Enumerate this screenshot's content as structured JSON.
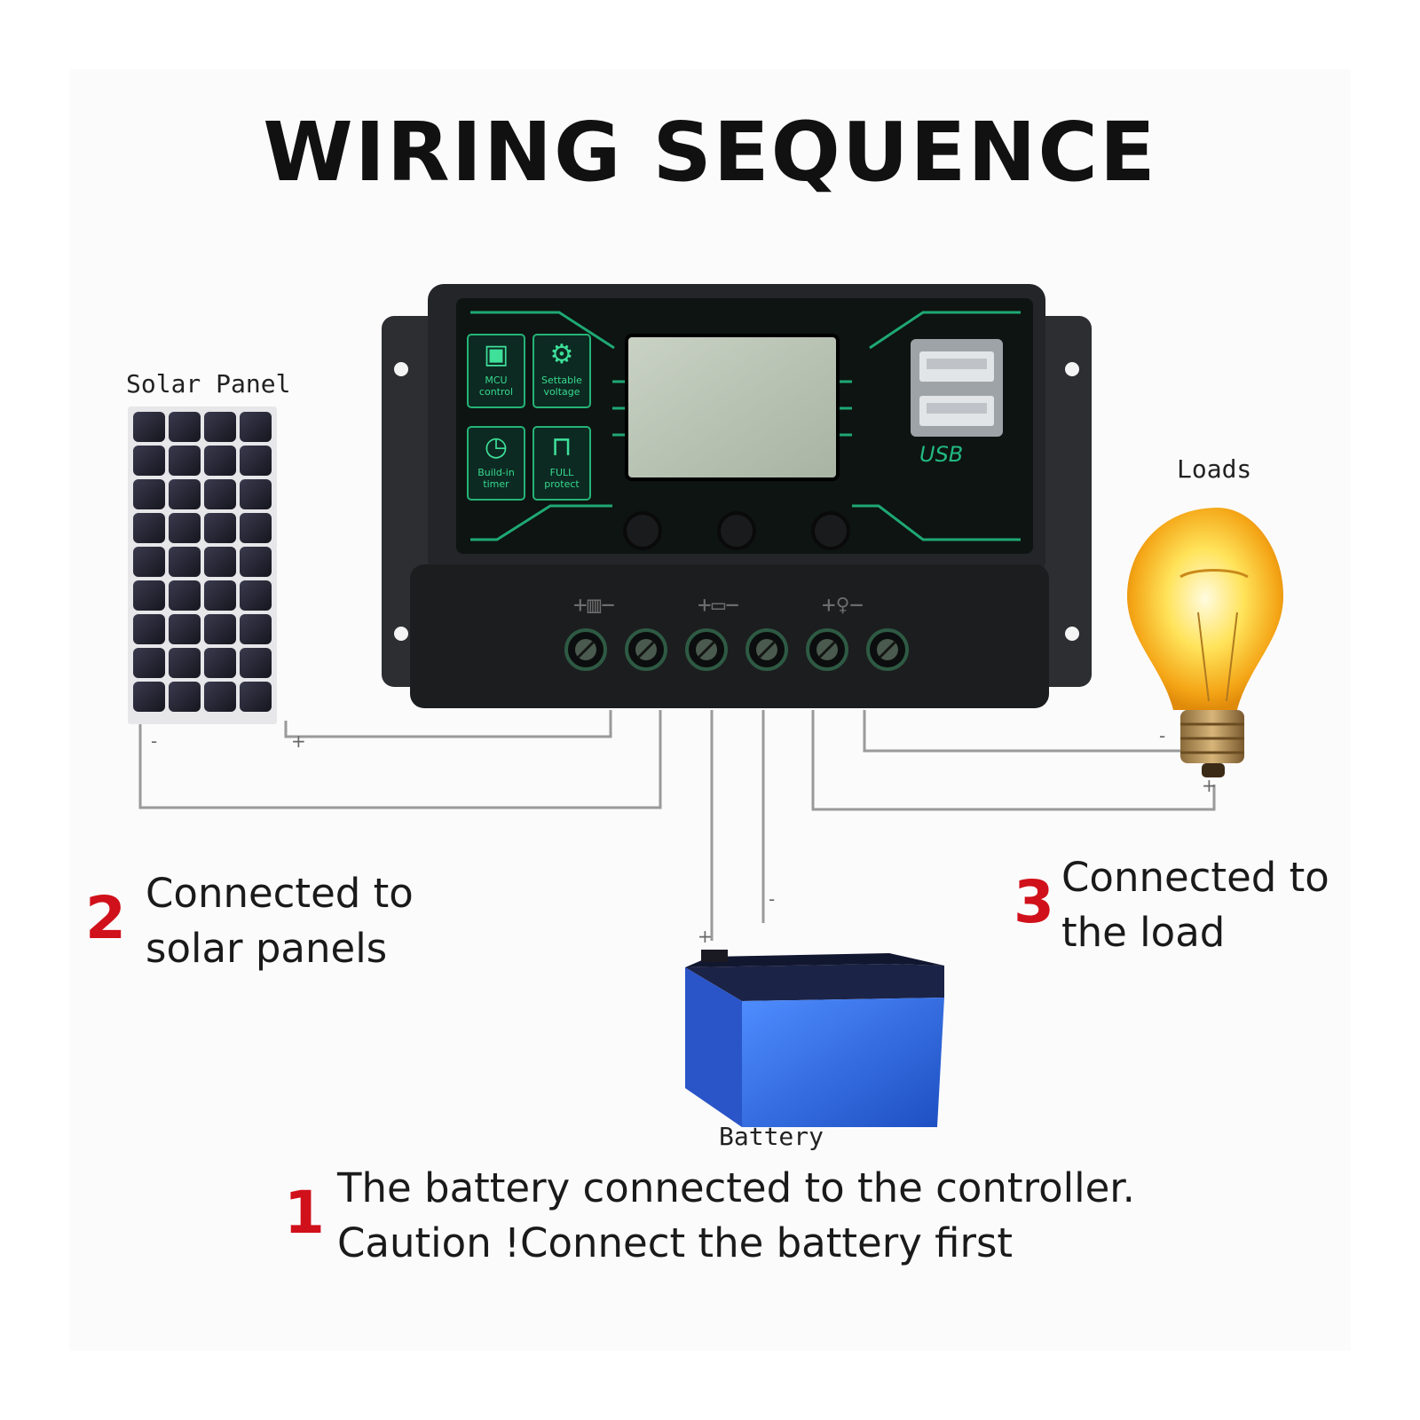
{
  "title": "WIRING SEQUENCE",
  "labels": {
    "solar_panel": "Solar Panel",
    "loads": "Loads",
    "battery": "Battery"
  },
  "controller": {
    "badges": [
      {
        "icon": "chip-icon",
        "text": "MCU control"
      },
      {
        "icon": "gear-icon",
        "text": "Settable voltage"
      },
      {
        "icon": "clock-icon",
        "text": "Build-in timer"
      },
      {
        "icon": "lock-icon",
        "text": "FULL protect"
      }
    ],
    "usb_label": "USB"
  },
  "steps": [
    {
      "number": "1",
      "line1": "The battery connected to the controller.",
      "line2": "Caution !Connect the battery first"
    },
    {
      "number": "2",
      "line1": "Connected to",
      "line2": "solar panels"
    },
    {
      "number": "3",
      "line1": "Connected to",
      "line2": "the load"
    }
  ],
  "colors": {
    "step_number": "#d0101a",
    "controller_body": "#2a2c2e",
    "accent": "#1fb97a",
    "battery": "#2f6de0"
  }
}
